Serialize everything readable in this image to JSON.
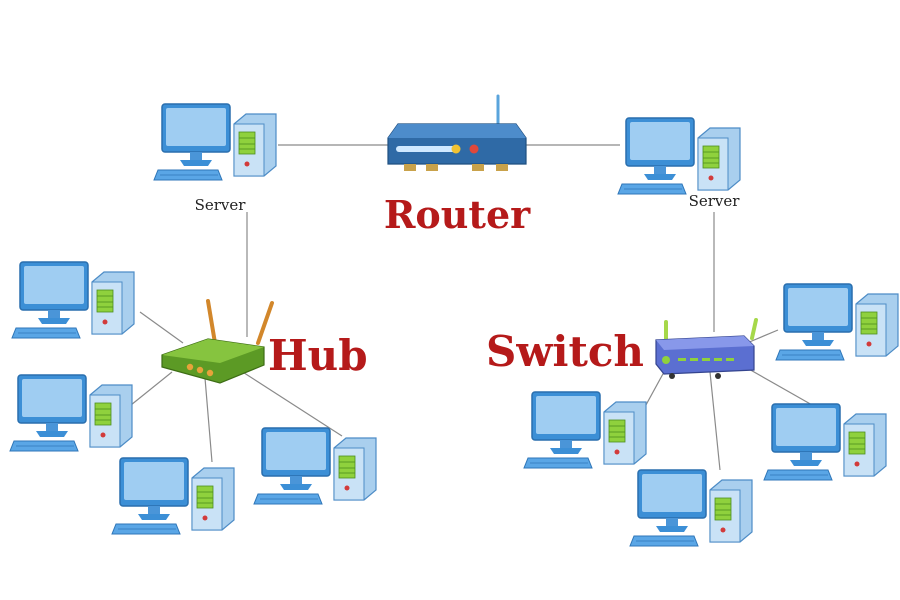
{
  "diagram": {
    "labels": {
      "router": "Router",
      "hub": "Hub",
      "switch": "Switch",
      "server_left": "Server",
      "server_right": "Server"
    },
    "colors": {
      "label_red": "#b51a1a",
      "link_gray": "#8a8a8a",
      "router_body": "#2f6aa6",
      "hub_body": "#6aa82b",
      "switch_body": "#5b6fd1",
      "pc_screen": "#8fc3ec",
      "pc_case": "#cde3f5"
    },
    "devices": [
      {
        "id": "router",
        "type": "router",
        "name_ref": "router"
      },
      {
        "id": "hub",
        "type": "hub",
        "name_ref": "hub"
      },
      {
        "id": "switch",
        "type": "switch",
        "name_ref": "switch"
      }
    ],
    "connections": [
      [
        "router",
        "server-left"
      ],
      [
        "router",
        "server-right"
      ],
      [
        "server-left",
        "hub"
      ],
      [
        "server-right",
        "switch"
      ],
      [
        "hub",
        "pc-hub-1"
      ],
      [
        "hub",
        "pc-hub-2"
      ],
      [
        "hub",
        "pc-hub-3"
      ],
      [
        "hub",
        "pc-hub-4"
      ],
      [
        "switch",
        "pc-switch-1"
      ],
      [
        "switch",
        "pc-switch-2"
      ],
      [
        "switch",
        "pc-switch-3"
      ],
      [
        "switch",
        "pc-switch-4"
      ]
    ]
  }
}
